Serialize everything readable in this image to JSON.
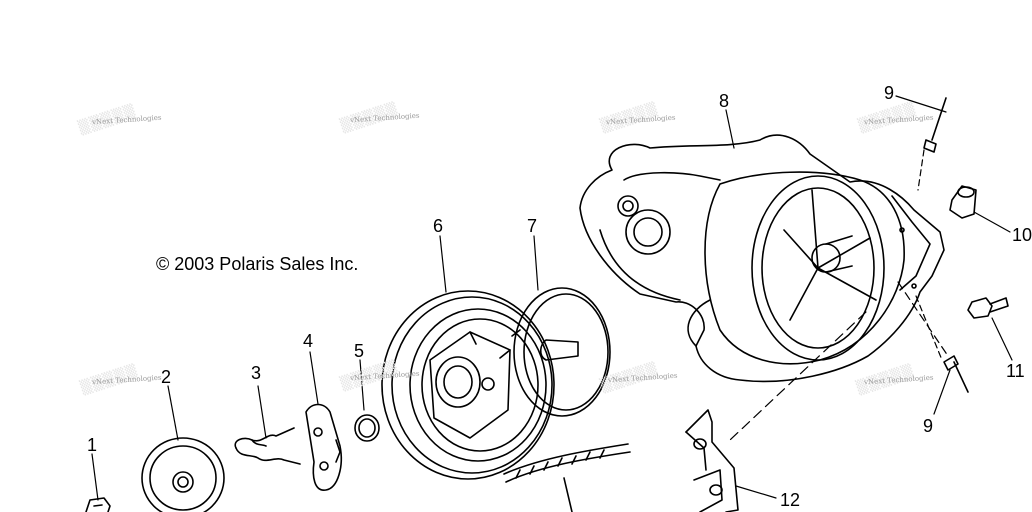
{
  "copyright": "© 2003 Polaris Sales Inc.",
  "watermark": "vNext Technologies",
  "callouts": {
    "c1": "1",
    "c2": "2",
    "c3": "3",
    "c4": "4",
    "c5": "5",
    "c6": "6",
    "c7": "7",
    "c8": "8",
    "c9a": "9",
    "c9b": "9",
    "c10": "10",
    "c11": "11",
    "c12": "12"
  }
}
